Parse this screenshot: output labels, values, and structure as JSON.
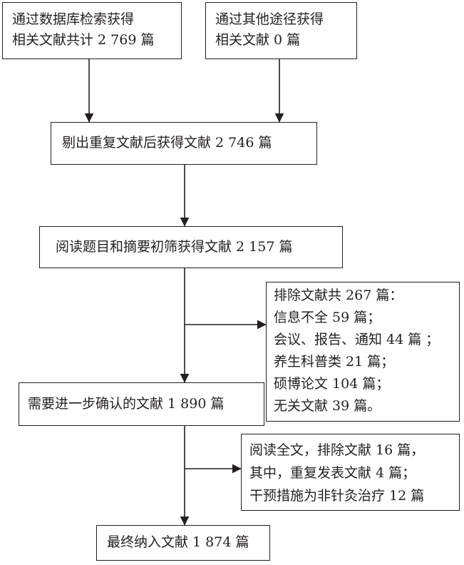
{
  "boxes": {
    "db_search": [
      "通过数据库检索获得",
      "相关文献共计 2 769 篇"
    ],
    "other_sources": [
      "通过其他途径获得",
      "相关文献 0 篇"
    ],
    "dedup": [
      "剔出重复文献后获得文献 2 746 篇"
    ],
    "screening": [
      "阅读题目和摘要初筛获得文献 2 157 篇"
    ],
    "excluded": [
      "排除文献共 267 篇：",
      "信息不全 59 篇；",
      "会议、报告、通知 44 篇 ；",
      "养生科普类 21 篇；",
      "硕博论文 104 篇；",
      "无关文献 39 篇。"
    ],
    "confirm": [
      "需要进一步确认的文献 1 890 篇"
    ],
    "fulltext_excluded": [
      "阅读全文，排除文献 16 篇，",
      "其中，重复发表文献 4 篇；",
      "干预措施为非针灸治疗 12 篇"
    ],
    "final": [
      "最终纳入文献 1 874 篇"
    ]
  }
}
